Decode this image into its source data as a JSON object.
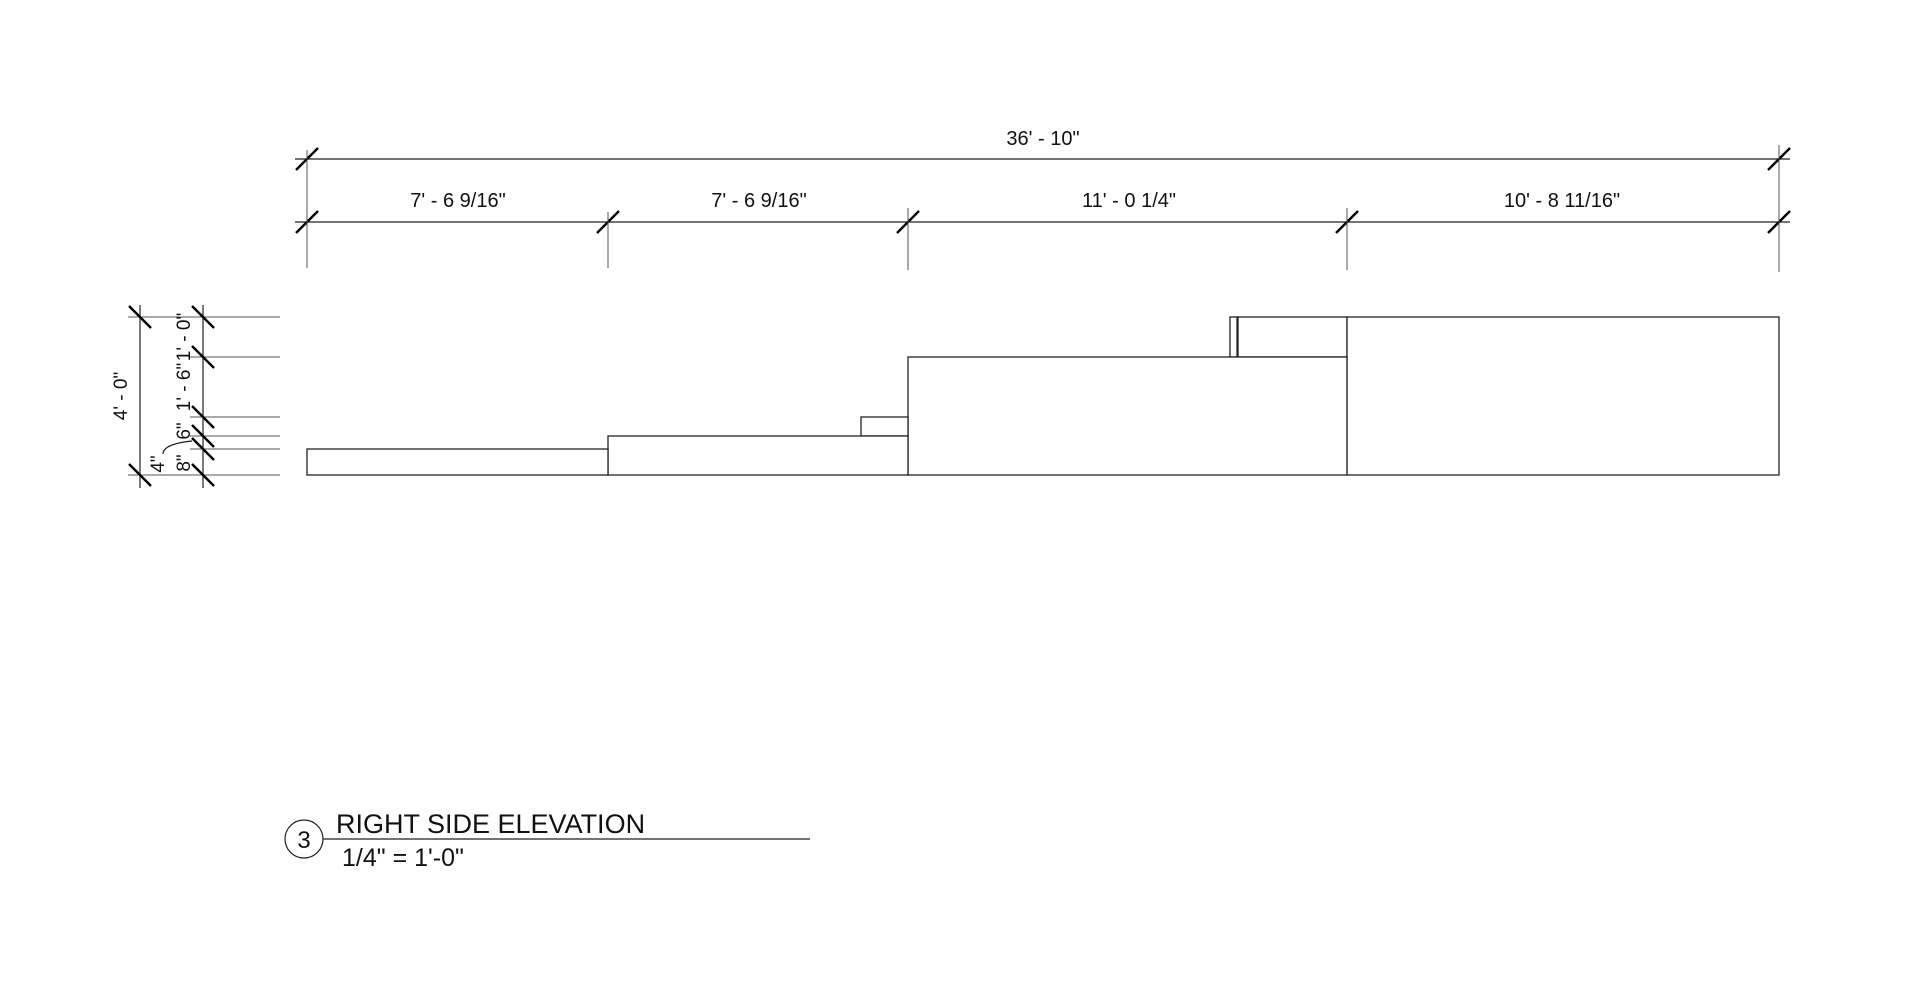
{
  "dimensions": {
    "overall": "36' - 10\"",
    "segments": [
      "7' - 6 9/16\"",
      "7' - 6 9/16\"",
      "11' - 0 1/4\"",
      "10' - 8 11/16\""
    ],
    "overall_height": "4' - 0\"",
    "vertical": [
      "1' - 0\"",
      "1' - 6\"",
      "6\"",
      "8\"",
      "4\""
    ]
  },
  "view": {
    "number": "3",
    "title": "RIGHT SIDE ELEVATION",
    "scale": "1/4\" = 1'-0\""
  }
}
